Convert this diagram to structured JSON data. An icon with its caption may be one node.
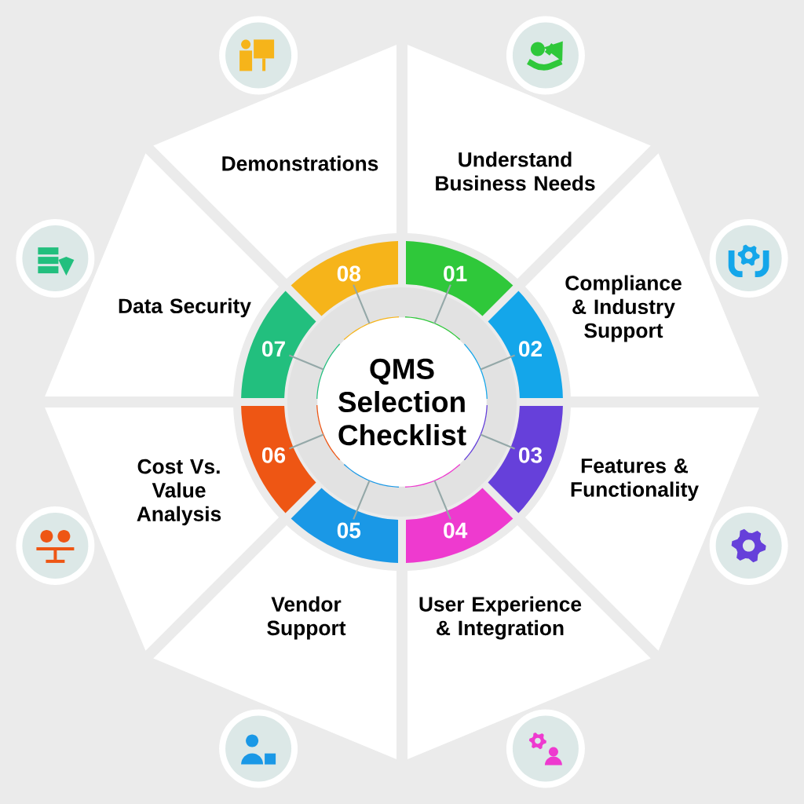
{
  "diagram": {
    "nodes": [
      {
        "text": [
          "QMS Selection Checklist"
        ]
      },
      {
        "text": [
          "01"
        ]
      },
      {
        "text": [
          "02"
        ]
      },
      {
        "text": [
          "03"
        ]
      },
      {
        "text": [
          "04"
        ]
      },
      {
        "text": [
          "05"
        ]
      },
      {
        "text": [
          "06"
        ]
      },
      {
        "text": [
          "07"
        ]
      },
      {
        "text": [
          "08"
        ]
      },
      {
        "text": [
          "Understand Business Needs"
        ]
      },
      {
        "text": [
          "Compliance & Industry Support"
        ]
      },
      {
        "text": [
          "Features & Functionality"
        ]
      },
      {
        "text": [
          "User Experience & Integration"
        ]
      },
      {
        "text": [
          "Vendor Support"
        ]
      },
      {
        "text": [
          "Cost Vs. Value Analysis"
        ]
      },
      {
        "text": [
          "Data Security"
        ]
      },
      {
        "text": [
          "Demonstrations"
        ]
      }
    ],
    "edges": [
      {
        "from": 0,
        "to": 1,
        "arrow": "none"
      },
      {
        "from": 0,
        "to": 2,
        "arrow": "none"
      },
      {
        "from": 0,
        "to": 3,
        "arrow": "none"
      },
      {
        "from": 0,
        "to": 4,
        "arrow": "none"
      },
      {
        "from": 0,
        "to": 5,
        "arrow": "none"
      },
      {
        "from": 0,
        "to": 6,
        "arrow": "none"
      },
      {
        "from": 0,
        "to": 7,
        "arrow": "none"
      },
      {
        "from": 0,
        "to": 8,
        "arrow": "none"
      }
    ]
  }
}
